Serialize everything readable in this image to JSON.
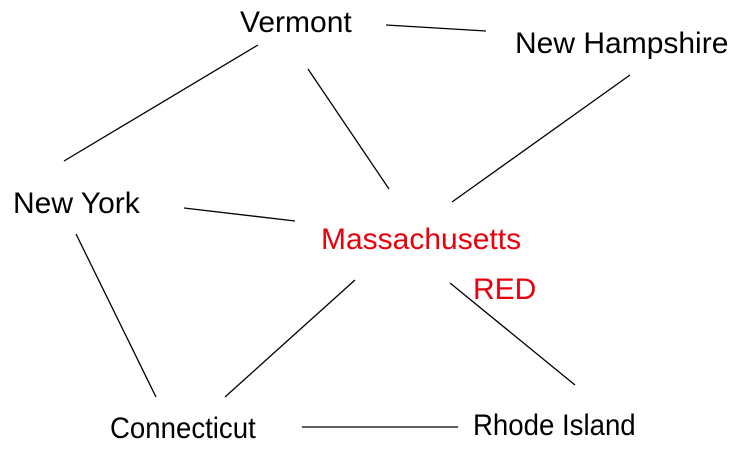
{
  "diagram": {
    "title": "",
    "highlight_color": "#e8000b",
    "nodes": [
      {
        "id": "vermont",
        "label": "Vermont",
        "color": "#000000"
      },
      {
        "id": "new_hampshire",
        "label": "New Hampshire",
        "color": "#000000"
      },
      {
        "id": "new_york",
        "label": "New York",
        "color": "#000000"
      },
      {
        "id": "massachusetts",
        "label": "Massachusetts",
        "color": "#e8000b"
      },
      {
        "id": "connecticut",
        "label": "Connecticut",
        "color": "#000000"
      },
      {
        "id": "rhode_island",
        "label": "Rhode Island",
        "color": "#000000"
      }
    ],
    "annotation": {
      "label": "RED",
      "target": "massachusetts",
      "color": "#e8000b"
    },
    "edges": [
      {
        "from": "vermont",
        "to": "new_hampshire"
      },
      {
        "from": "vermont",
        "to": "new_york"
      },
      {
        "from": "vermont",
        "to": "massachusetts"
      },
      {
        "from": "new_hampshire",
        "to": "massachusetts"
      },
      {
        "from": "new_york",
        "to": "massachusetts"
      },
      {
        "from": "new_york",
        "to": "connecticut"
      },
      {
        "from": "massachusetts",
        "to": "connecticut"
      },
      {
        "from": "massachusetts",
        "to": "rhode_island"
      },
      {
        "from": "connecticut",
        "to": "rhode_island"
      }
    ]
  }
}
